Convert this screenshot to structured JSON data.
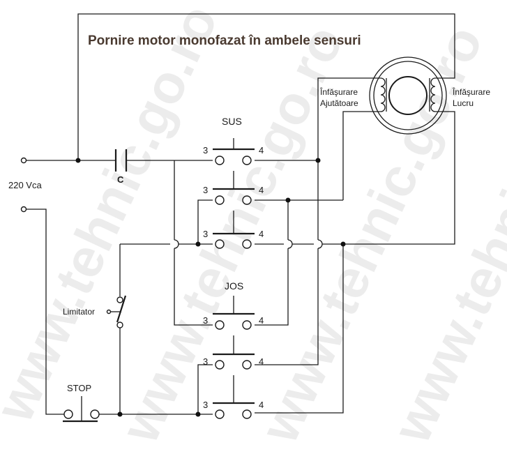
{
  "title": "Pornire motor monofazat în ambele sensuri",
  "supply": {
    "label": "220 Vca"
  },
  "capacitor": {
    "label": "C"
  },
  "motor": {
    "aux_winding": {
      "line1": "Înfăşurare",
      "line2": "Ajutătoare"
    },
    "main_winding": {
      "line1": "Înfăşurare",
      "line2": "Lucru"
    }
  },
  "buttons": {
    "up_header": "SUS",
    "down_header": "JOS",
    "stop_label": "STOP",
    "limit_label": "Limitator",
    "contacts": [
      {
        "left": "3",
        "right": "4"
      },
      {
        "left": "3",
        "right": "4"
      },
      {
        "left": "3",
        "right": "4"
      },
      {
        "left": "3",
        "right": "4"
      },
      {
        "left": "3",
        "right": "4"
      },
      {
        "left": "3",
        "right": "4"
      }
    ]
  },
  "watermark": "www.tehnic.go.ro",
  "colors": {
    "title": "#4a3a30",
    "ink": "#1a1a1a"
  }
}
